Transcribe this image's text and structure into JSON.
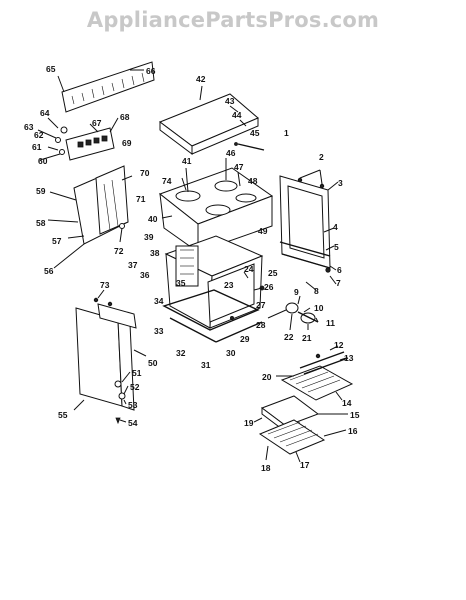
{
  "watermark": "AppliancePartsPros.com",
  "colors": {
    "ink": "#111111",
    "watermark": "#c8c8c8",
    "background": "#ffffff"
  },
  "callouts": [
    "1",
    "2",
    "3",
    "4",
    "5",
    "6",
    "7",
    "8",
    "9",
    "10",
    "11",
    "12",
    "13",
    "14",
    "15",
    "16",
    "17",
    "18",
    "19",
    "20",
    "21",
    "22",
    "23",
    "24",
    "25",
    "26",
    "27",
    "28",
    "29",
    "30",
    "31",
    "32",
    "33",
    "34",
    "35",
    "36",
    "37",
    "38",
    "39",
    "40",
    "41",
    "42",
    "43",
    "44",
    "45",
    "46",
    "47",
    "48",
    "49",
    "50",
    "51",
    "52",
    "53",
    "54",
    "55",
    "56",
    "57",
    "58",
    "59",
    "60",
    "61",
    "62",
    "63",
    "64",
    "65",
    "66",
    "67",
    "68",
    "69",
    "70",
    "71",
    "72",
    "73",
    "74"
  ]
}
